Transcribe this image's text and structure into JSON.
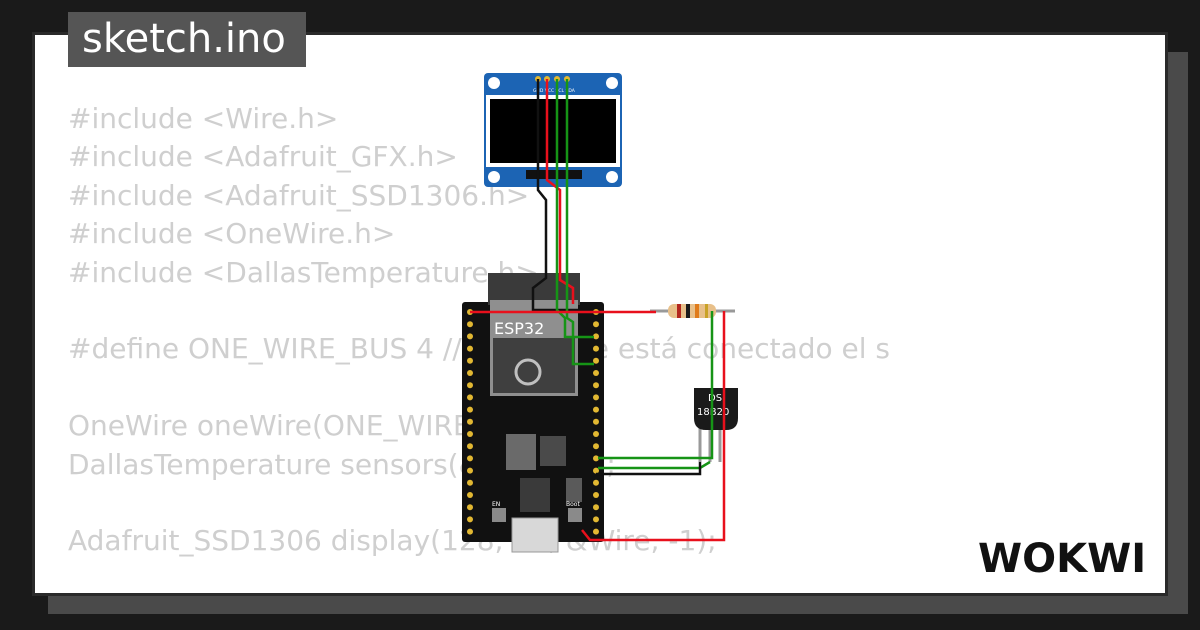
{
  "file_tab": {
    "label": "sketch.ino"
  },
  "code_lines": [
    "#include <Wire.h>",
    "#include <Adafruit_GFX.h>",
    "#include <Adafruit_SSD1306.h>",
    "#include <OneWire.h>",
    "#include <DallasTemperature.h>",
    "",
    "#define ONE_WIRE_BUS 4 // Pin donde está conectado el s",
    "",
    "OneWire oneWire(ONE_WIRE_BUS);",
    "DallasTemperature sensors(&oneWire);",
    "",
    "Adafruit_SSD1306 display(128, 64, &Wire, -1);"
  ],
  "components": {
    "esp32_label": "ESP32",
    "oled_pins": "GND VCC SCL SDA",
    "sensor_label_1": "DS",
    "sensor_label_2": "18B20",
    "button_en": "EN",
    "button_boot": "Boot"
  },
  "brand": {
    "name": "WOKWI"
  },
  "colors": {
    "background": "#1a1a1a",
    "card": "#ffffff",
    "code_text": "#cfcfcf",
    "wire_red": "#e8101c",
    "wire_green": "#169416",
    "wire_black": "#111111",
    "oled_blue": "#1c64b4",
    "board": "#111111",
    "pin_gold": "#e2b832"
  }
}
